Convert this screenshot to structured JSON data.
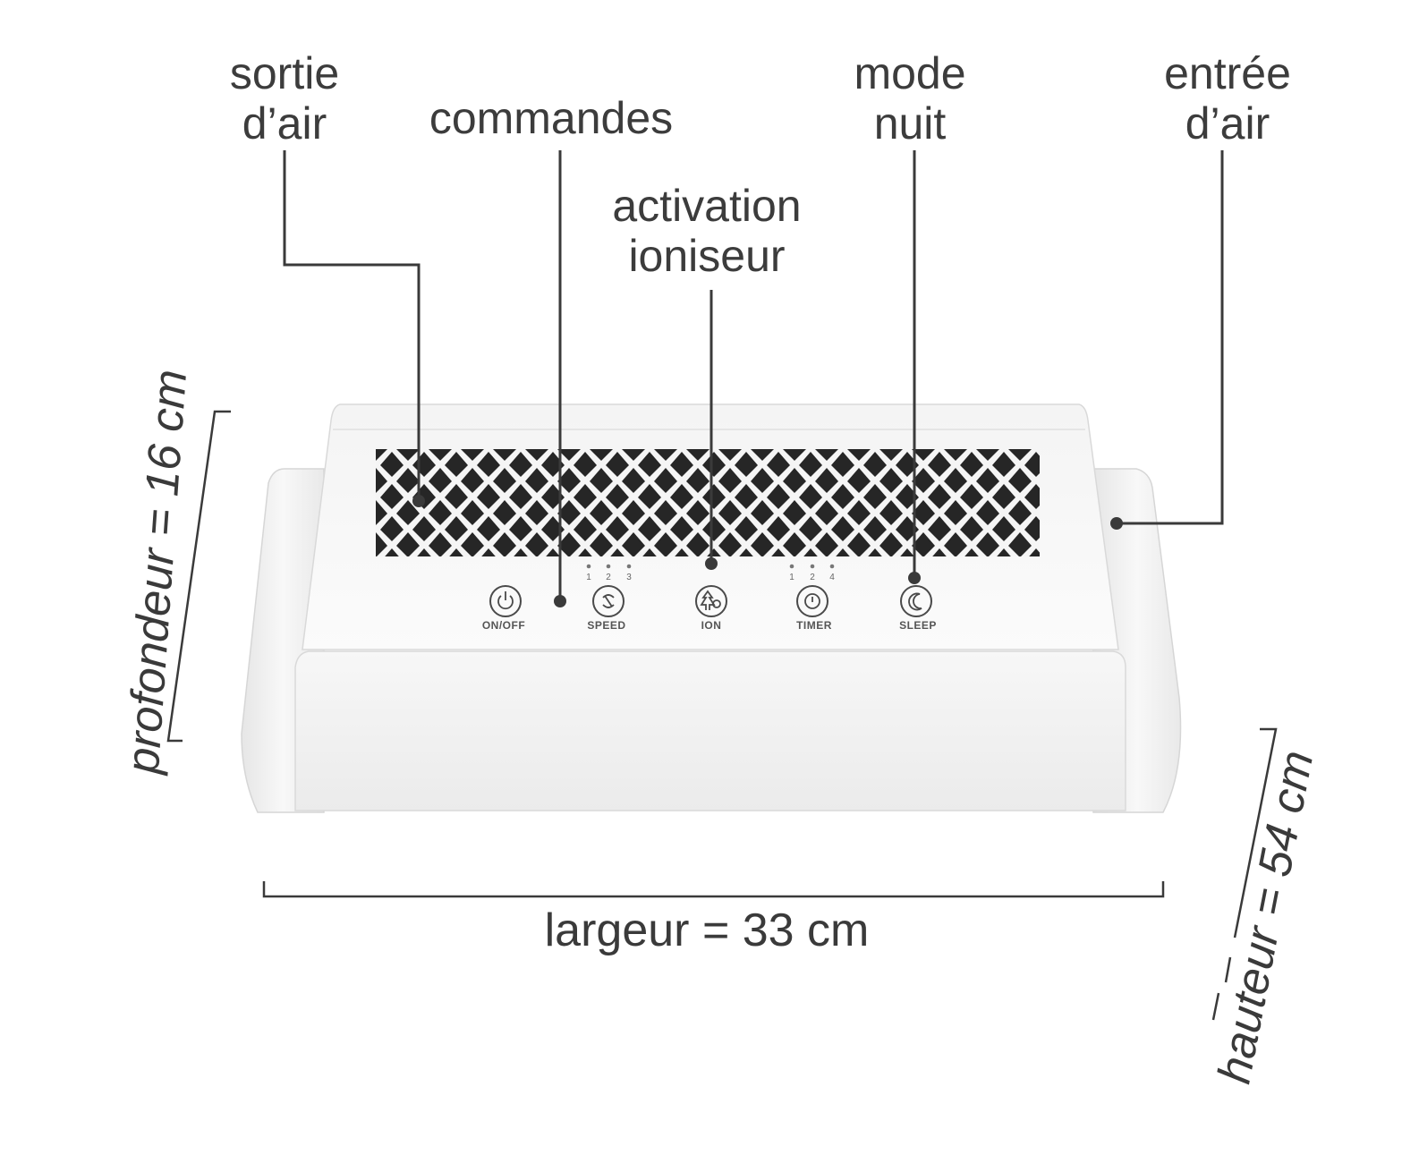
{
  "labels": {
    "air_outlet": [
      "sortie",
      "d’air"
    ],
    "controls": "commandes",
    "ionizer": [
      "activation",
      "ioniseur"
    ],
    "night_mode": [
      "mode",
      "nuit"
    ],
    "air_inlet": [
      "entrée",
      "d’air"
    ]
  },
  "dimensions": {
    "depth": "profondeur = 16 cm",
    "width": "largeur = 33 cm",
    "height": "hauteur = 54 cm"
  },
  "panel": {
    "buttons": [
      {
        "label": "ON/OFF",
        "icon": "power-icon"
      },
      {
        "label": "SPEED",
        "icon": "fan-icon"
      },
      {
        "label": "ION",
        "icon": "ion-tree-icon"
      },
      {
        "label": "TIMER",
        "icon": "timer-icon"
      },
      {
        "label": "SLEEP",
        "icon": "moon-icon"
      }
    ],
    "speed_levels": [
      "1",
      "2",
      "3"
    ],
    "timer_levels": [
      "1",
      "2",
      "4"
    ]
  },
  "colors": {
    "line": "#3a3a3a",
    "device_body": "#f2f2f2",
    "grille_hole": "#2a2a2a"
  }
}
